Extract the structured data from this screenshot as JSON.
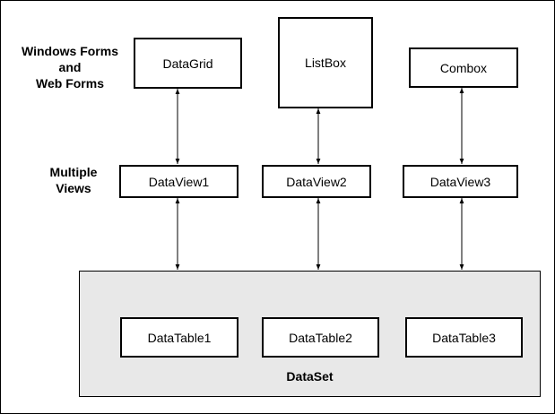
{
  "labels": {
    "windows_forms": "Windows Forms",
    "and": "and",
    "web_forms": "Web Forms",
    "multiple": "Multiple",
    "views": "Views",
    "dataset": "DataSet"
  },
  "controls": [
    "DataGrid",
    "ListBox",
    "Combox"
  ],
  "views": [
    "DataView1",
    "DataView2",
    "DataView3"
  ],
  "tables": [
    "DataTable1",
    "DataTable2",
    "DataTable3"
  ],
  "colors": {
    "line": "#000000",
    "dataset_fill": "#e8e8e8"
  }
}
